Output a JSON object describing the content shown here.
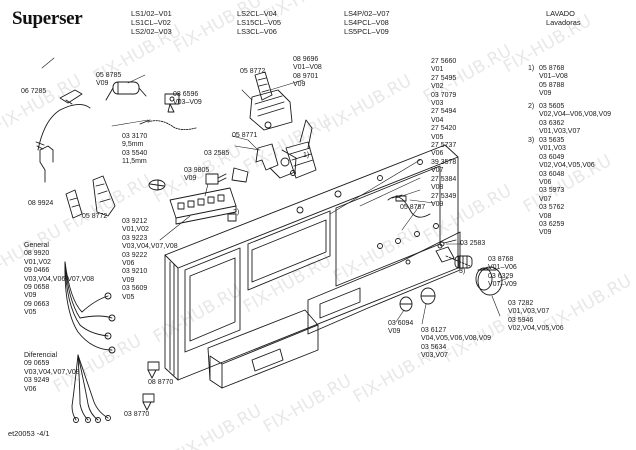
{
  "brand": "Superser",
  "header": {
    "models_col1": [
      "LS1/02–V01",
      "LS1CL–V02",
      "LS2/02–V03"
    ],
    "models_col2": [
      "LS2CL–V04",
      "LS15CL–V05",
      "LS3CL–V06"
    ],
    "models_col3": [
      "LS4P/02–V07",
      "LS4PCL–V08",
      "LS5PCL–V09"
    ],
    "category": [
      "LAVADO",
      "Lavadoras"
    ]
  },
  "watermark": "FIX-HUB.RU",
  "callouts": {
    "c1": [
      "06 7285"
    ],
    "c2": [
      "05 8785",
      "V09"
    ],
    "c3": [
      "08 6596",
      "V03–V09"
    ],
    "c4": [
      "05 8772"
    ],
    "c5": [
      "08 9696",
      "V01–V08",
      "08 9701",
      "V09"
    ],
    "c6": [
      "03 3170",
      "9,5mm",
      "03 5540",
      "11,5mm"
    ],
    "c7": [
      "05 8771"
    ],
    "c8": [
      "03 2585"
    ],
    "c9": [
      "03 9805",
      "V09"
    ],
    "c10": [
      "08 9924"
    ],
    "c11": [
      "05 8772"
    ],
    "c12": [
      "03 9212",
      "V01,V02",
      "03 9223",
      "V03,V04,V07,V08",
      "03 9222",
      "V06",
      "03 9210",
      "V09",
      "03 5609",
      "V05"
    ],
    "c13": [
      "27 5660",
      "V01",
      "27 5495",
      "V02",
      "03 7079",
      "V03",
      "27 5494",
      "V04",
      "27 5420",
      "V05",
      "27 5737",
      "V06",
      "39 3578",
      "V07",
      "27 5384",
      "V08",
      "27 5349",
      "V09"
    ],
    "c14": [
      "05 8787"
    ],
    "c15": [
      "03 2583"
    ],
    "c16": [
      "03 8768",
      "V01–V06",
      "03 6329",
      "V07–V09"
    ],
    "c17": [
      "03 6094",
      "V09"
    ],
    "c18": [
      "03 6127",
      "V04,V05,V06,V08,V09",
      "03 5634",
      "V03,V07"
    ],
    "c19": [
      "03 7282",
      "V01,V03,V07",
      "03 5946",
      "V02,V04,V05,V06"
    ],
    "c20": [
      "08 8770"
    ],
    "c21": [
      "03 8770"
    ]
  },
  "general": [
    "General",
    "08 9920",
    "V01,V02",
    "09 0466",
    "V03,V04,V06,V07,V08",
    "09 0658",
    "V09",
    "09 0663",
    "V05"
  ],
  "diferencial": [
    "Diferencial",
    "09 0659",
    "V03,V04,V07,V08",
    "03 9249",
    "V06"
  ],
  "right_list": {
    "g1_label": "1)",
    "g1": [
      "05 8768",
      "V01–V08",
      "05 8788",
      "V09"
    ],
    "g2_label": "2)",
    "g2": [
      "03 5605",
      "V02,V04–V06,V08,V09",
      "03 6362",
      "V01,V03,V07"
    ],
    "g3_label": "3)",
    "g3": [
      "03 5635",
      "V01,V03",
      "03 6049",
      "V02,V04,V05,V06",
      "03 6048",
      "V06",
      "03 5973",
      "V07",
      "03 5762",
      "V08",
      "03 6259",
      "V09"
    ]
  },
  "markers": {
    "m1": "1)",
    "m2": "2)",
    "m3": "3)"
  },
  "footer": "et20053 -4/1"
}
